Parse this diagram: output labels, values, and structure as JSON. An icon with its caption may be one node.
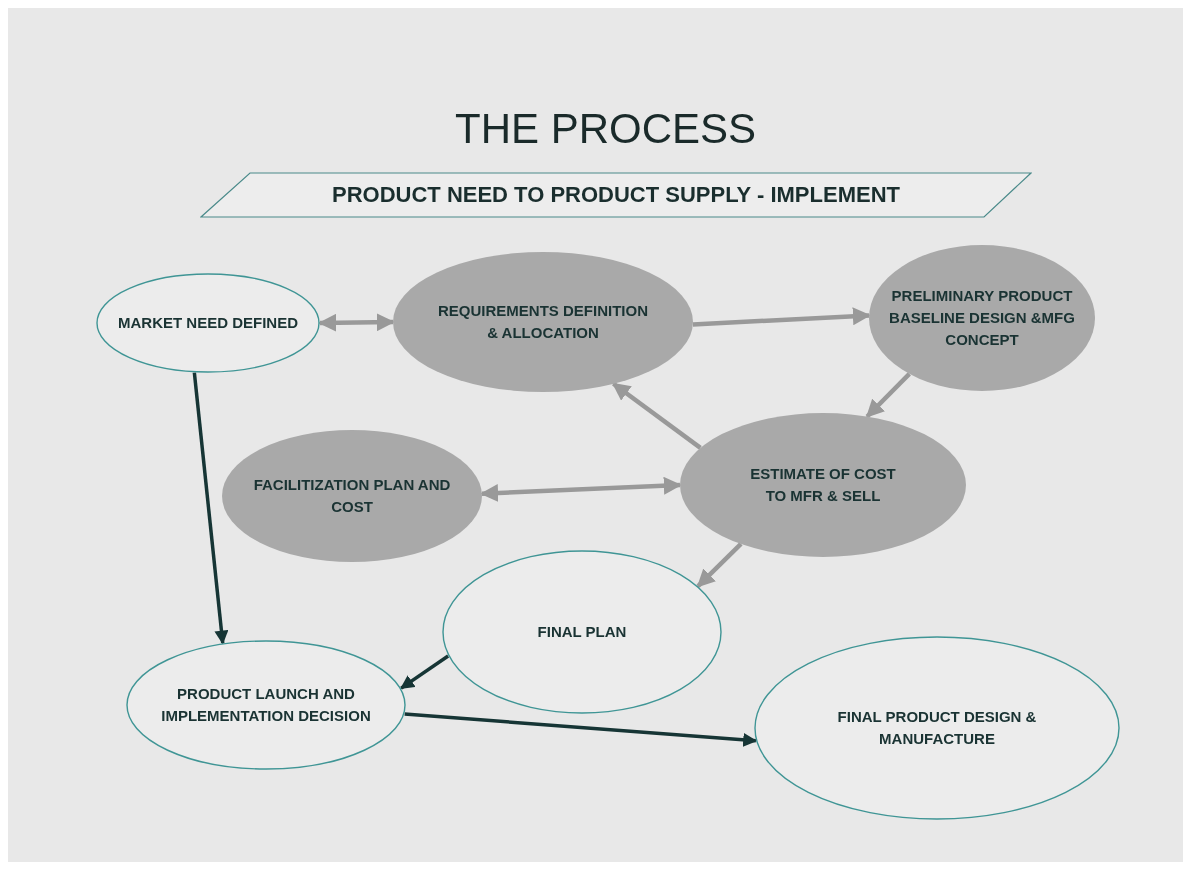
{
  "diagram": {
    "title": "THE PROCESS",
    "nodes": [
      {
        "text": [
          "PRODUCT NEED TO PRODUCT SUPPLY - IMPLEMENT"
        ]
      },
      {
        "text": [
          "MARKET NEED DEFINED"
        ]
      },
      {
        "text": [
          "REQUIREMENTS DEFINITION & ALLOCATION"
        ]
      },
      {
        "text": [
          "PRELIMINARY PRODUCT BASELINE DESIGN &MFG CONCEPT"
        ]
      },
      {
        "text": [
          "FACILITIZATION PLAN AND COST"
        ]
      },
      {
        "text": [
          "ESTIMATE OF COST TO MFR & SELL"
        ]
      },
      {
        "text": [
          "FINAL PLAN"
        ]
      },
      {
        "text": [
          "PRODUCT LAUNCH AND IMPLEMENTATION DECISION"
        ]
      },
      {
        "text": [
          "FINAL PRODUCT DESIGN & MANUFACTURE"
        ]
      }
    ],
    "edges": [
      {
        "from": 1,
        "to": 2,
        "arrow": "both"
      },
      {
        "from": 2,
        "to": 3,
        "arrow": "to"
      },
      {
        "from": 3,
        "to": 5,
        "arrow": "to"
      },
      {
        "from": 5,
        "to": 2,
        "arrow": "to"
      },
      {
        "from": 4,
        "to": 5,
        "arrow": "both"
      },
      {
        "from": 5,
        "to": 6,
        "arrow": "to"
      },
      {
        "from": 1,
        "to": 7,
        "arrow": "to",
        "color": "#163535"
      },
      {
        "from": 6,
        "to": 7,
        "arrow": "to",
        "color": "#163535"
      },
      {
        "from": 7,
        "to": 8,
        "arrow": "to",
        "color": "#163535"
      }
    ]
  }
}
